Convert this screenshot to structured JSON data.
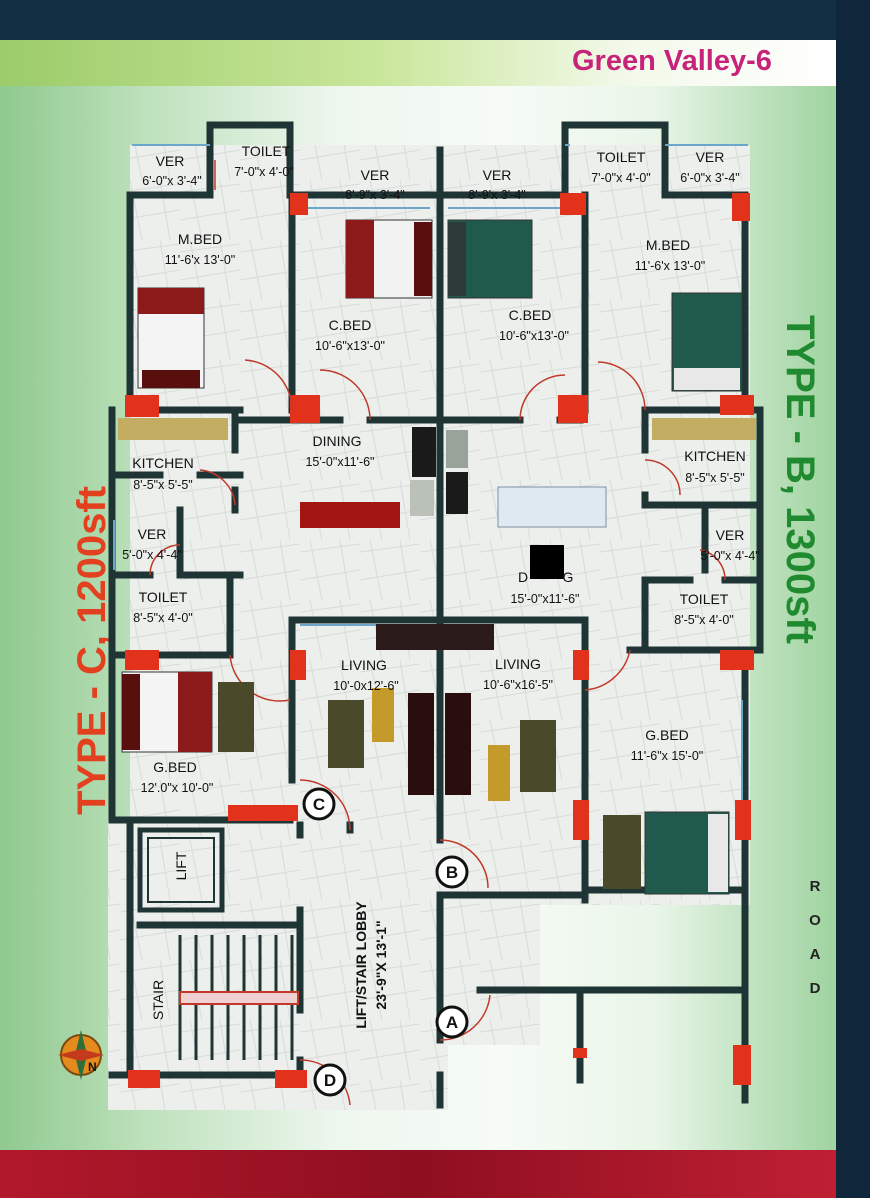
{
  "header": {
    "project_name": "Green Valley-6"
  },
  "types": {
    "left": "TYPE - C, 1200sft",
    "right": "TYPE - B, 1300sft"
  },
  "road_label": [
    "R",
    "O",
    "A",
    "D"
  ],
  "entries": [
    "A",
    "B",
    "C",
    "D"
  ],
  "rooms": {
    "c_ver_top": {
      "name": "VER",
      "dim": "6'-0\"x 3'-4\""
    },
    "c_toilet_top": {
      "name": "TOILET",
      "dim": "7'-0\"x 4'-0\""
    },
    "c_ver_mid": {
      "name": "VER",
      "dim": "8'-9\"x 3'-4\""
    },
    "c_mbed": {
      "name": "M.BED",
      "dim": "11'-6'x 13'-0\""
    },
    "c_cbed": {
      "name": "C.BED",
      "dim": "10'-6\"x13'-0\""
    },
    "c_dining": {
      "name": "DINING",
      "dim": "15'-0\"x11'-6\""
    },
    "c_kitchen": {
      "name": "KITCHEN",
      "dim": "8'-5\"x 5'-5\""
    },
    "c_ver_low": {
      "name": "VER",
      "dim": "5'-0\"x 4'-4\""
    },
    "c_toilet_low": {
      "name": "TOILET",
      "dim": "8'-5\"x 4'-0\""
    },
    "c_living": {
      "name": "LIVING",
      "dim": "10'-0x12'-6\""
    },
    "c_gbed": {
      "name": "G.BED",
      "dim": "12'.0\"x 10'-0\""
    },
    "b_ver_mid": {
      "name": "VER",
      "dim": "8'-9'x 3'-4\""
    },
    "b_toilet_top": {
      "name": "TOILET",
      "dim": "7'-0\"x 4'-0\""
    },
    "b_ver_top": {
      "name": "VER",
      "dim": "6'-0\"x 3'-4\""
    },
    "b_cbed": {
      "name": "C.BED",
      "dim": "10'-6\"x13'-0\""
    },
    "b_mbed": {
      "name": "M.BED",
      "dim": "11'-6'x 13'-0\""
    },
    "b_kitchen": {
      "name": "KITCHEN",
      "dim": "8'-5\"x 5'-5\""
    },
    "b_ver_low": {
      "name": "VER",
      "dim": "5'-0\"x 4'-4\""
    },
    "b_dining": {
      "name": "D",
      "name_tail": "G",
      "dim": "15'-0\"x11'-6\""
    },
    "b_toilet_low": {
      "name": "TOILET",
      "dim": "8'-5\"x 4'-0\""
    },
    "b_living": {
      "name": "LIVING",
      "dim": "10'-6\"x16'-5\""
    },
    "b_gbed": {
      "name": "G.BED",
      "dim": "11'-6\"x 15'-0\""
    },
    "lift": {
      "name": "LIFT"
    },
    "stair": {
      "name": "STAIR"
    },
    "lobby": {
      "name": "LIFT/STAIR LOBBY",
      "dim": "23'-9\"X 13'-1\""
    }
  },
  "compass_letter": "N",
  "colors": {
    "title": "#c8237a",
    "type_c": "#e3401f",
    "type_b": "#1f8a2f",
    "wall": "#1f3434",
    "column": "#e3321c",
    "bottom_band": "#b2182b"
  }
}
